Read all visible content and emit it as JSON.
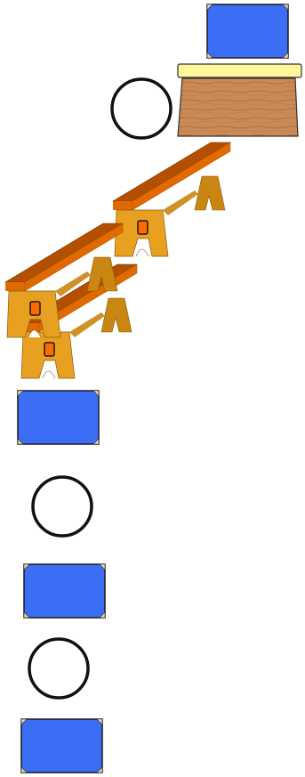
{
  "colors": {
    "mat_fill": "#3b6ef5",
    "mat_stroke": "#1a1a1a",
    "corner": "#f5d6a8",
    "ring_stroke": "#111111",
    "ring_fill": "#ffffff",
    "bench_top": "#b34f00",
    "bench_front": "#e06a00",
    "bench_leg": "#e8a020",
    "bench_leg_dark": "#c98612",
    "bench_handle": "#ff6a00",
    "box_wood": "#c98a55",
    "box_wood_dark": "#a8693a",
    "box_lid": "#fff59a"
  },
  "equipment": [
    {
      "kind": "mat",
      "icon": "mat-icon"
    },
    {
      "kind": "vaulting-box",
      "icon": "vaulting-box-icon"
    },
    {
      "kind": "hoop",
      "icon": "hoop-icon"
    },
    {
      "kind": "bench",
      "icon": "bench-icon"
    },
    {
      "kind": "bench",
      "icon": "bench-icon"
    },
    {
      "kind": "bench",
      "icon": "bench-icon"
    },
    {
      "kind": "mat",
      "icon": "mat-icon"
    },
    {
      "kind": "hoop",
      "icon": "hoop-icon"
    },
    {
      "kind": "mat",
      "icon": "mat-icon"
    },
    {
      "kind": "hoop",
      "icon": "hoop-icon"
    },
    {
      "kind": "mat",
      "icon": "mat-icon"
    }
  ]
}
